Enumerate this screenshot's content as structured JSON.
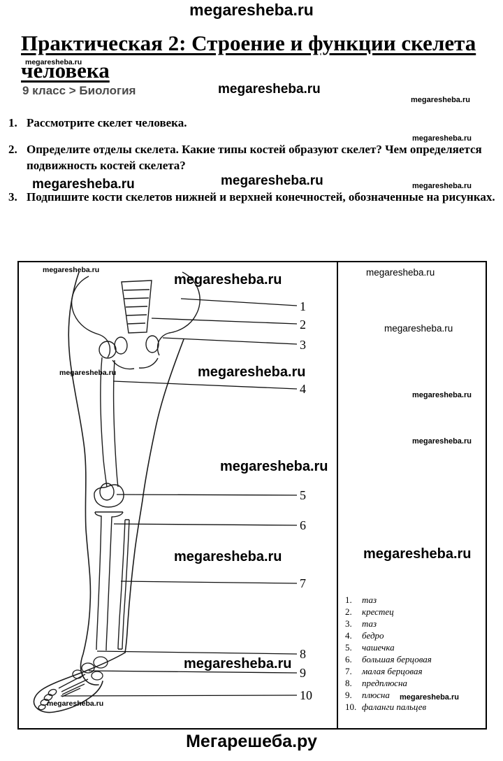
{
  "watermark": {
    "site": "megaresheba.ru"
  },
  "header": {
    "title": "Практическая 2: Строение и функции скелета человека",
    "breadcrumb": "9 класс > Биология"
  },
  "tasks": [
    {
      "num": "1.",
      "text": "Рассмотрите скелет человека."
    },
    {
      "num": "2.",
      "text": "Определите отделы скелета. Какие типы костей образуют скелет? Чем определяется подвижность костей скелета?"
    },
    {
      "num": "3.",
      "text": "Подпишите кости скелетов нижней и верхней конечностей, обозначенные на рисунках."
    }
  ],
  "figure": {
    "callouts": [
      "1",
      "2",
      "3",
      "4",
      "5",
      "6",
      "7",
      "8",
      "9",
      "10"
    ],
    "answers": [
      {
        "num": "1.",
        "text": "таз"
      },
      {
        "num": "2.",
        "text": "крестец"
      },
      {
        "num": "3.",
        "text": "таз"
      },
      {
        "num": "4.",
        "text": "бедро"
      },
      {
        "num": "5.",
        "text": "чашечка"
      },
      {
        "num": "6.",
        "text": "большая берцовая"
      },
      {
        "num": "7.",
        "text": "малая берцовая"
      },
      {
        "num": "8.",
        "text": "предплюсна"
      },
      {
        "num": "9.",
        "text": "плюсна"
      },
      {
        "num": "10.",
        "text": "фаланги пальцев"
      }
    ]
  },
  "footer": {
    "site": "Мегарешеба.ру"
  }
}
